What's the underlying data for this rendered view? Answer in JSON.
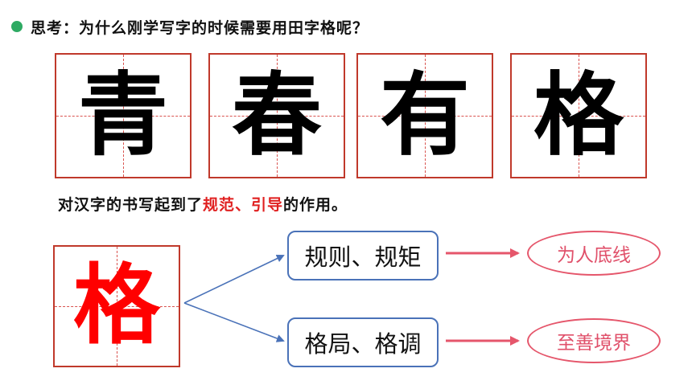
{
  "heading": {
    "question": "思考：为什么刚学写字的时候需要用田字格呢？"
  },
  "top_chars": [
    "青",
    "春",
    "有",
    "格"
  ],
  "sentence": {
    "before": "对汉字的书写起到了",
    "highlight": "规范、引导",
    "after": "的作用。"
  },
  "big_char": "格",
  "branches": [
    {
      "meaning": "规则、规矩",
      "extension": "为人底线"
    },
    {
      "meaning": "格局、格调",
      "extension": "至善境界"
    }
  ],
  "colors": {
    "dot": "#2eaa63",
    "grid_border": "#c0392b",
    "highlight_text": "#e02020",
    "big_char": "#ff0000",
    "box_border": "#4a72b8",
    "oval_border": "#e5566b",
    "red_arrow": "#e5566b",
    "blue_arrow": "#4a72b8"
  }
}
